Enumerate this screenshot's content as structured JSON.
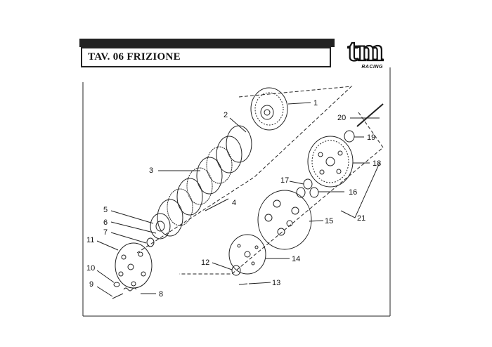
{
  "header": {
    "title": "TAV. 06 FRIZIONE"
  },
  "logo": {
    "mark": "tm",
    "subtitle": "RACING"
  },
  "callouts": [
    "1",
    "2",
    "3",
    "4",
    "5",
    "6",
    "7",
    "8",
    "9",
    "10",
    "11",
    "12",
    "13",
    "14",
    "15",
    "16",
    "17",
    "18",
    "19",
    "20",
    "21"
  ],
  "colors": {
    "ink": "#222222",
    "paper": "#ffffff"
  }
}
